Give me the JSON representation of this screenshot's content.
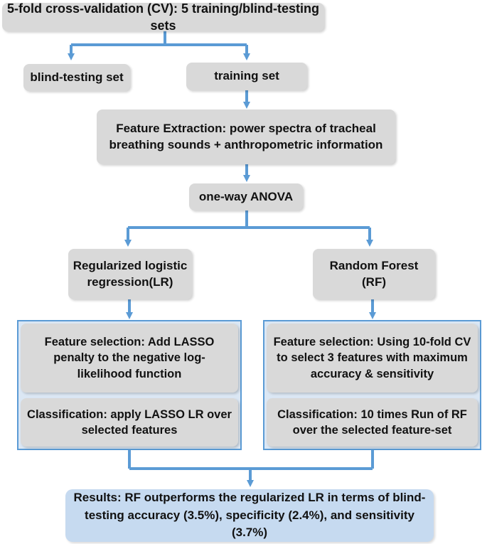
{
  "nodes": {
    "cv": "5-fold cross-validation (CV): 5 training/blind-testing sets",
    "blind": "blind-testing set",
    "training": "training set",
    "feature_extraction_1": "Feature Extraction: power spectra of tracheal",
    "feature_extraction_2": "breathing sounds + anthropometric information",
    "anova": "one-way ANOVA",
    "lr_1": "Regularized logistic",
    "lr_2": "regression(LR)",
    "rf_1": "Random Forest",
    "rf_2": "(RF)",
    "lr_select_1": "Feature selection: Add LASSO",
    "lr_select_2": "penalty to the negative log-",
    "lr_select_3": "likelihood function",
    "lr_class_1": "Classification: apply  LASSO LR over",
    "lr_class_2": "selected features",
    "rf_select_1": "Feature selection: Using 10-fold CV",
    "rf_select_2": "to select 3 features with maximum",
    "rf_select_3": "accuracy & sensitivity",
    "rf_class_1": "Classification: 10 times Run of RF",
    "rf_class_2": "over the selected feature-set",
    "results_1": "Results: RF outperforms the regularized LR in terms of blind-",
    "results_2": "testing accuracy (3.5%), specificity (2.4%), and sensitivity (3.7%)"
  },
  "colors": {
    "arrow": "#5b9bd5",
    "box": "#d9d9d9",
    "panel": "#dbe7f4",
    "result": "#c6daf0"
  }
}
